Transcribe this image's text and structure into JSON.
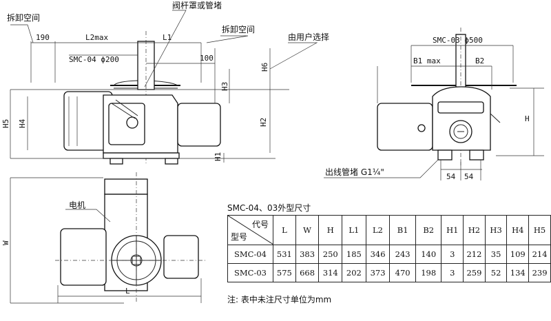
{
  "labels": {
    "disassembly_space_left": "拆卸空间",
    "disassembly_space_mid": "拆卸空间",
    "stem_cover": "阀杆罩或管堵",
    "user_choice": "由用户选择",
    "motor": "电机",
    "outlet_plug": "出线管堵 G1¼\"",
    "smc04_d": "SMC-04 ϕ200",
    "smc03_d": "SMC-03 ϕ500"
  },
  "dims": {
    "d190": "190",
    "l2max": "L2max",
    "l1": "L1",
    "d100": "100",
    "b1max": "B1 max",
    "b2": "B2",
    "h": "H",
    "h1": "H1",
    "h2": "H2",
    "h3": "H3",
    "h4": "H4",
    "h5": "H5",
    "h6": "H6",
    "w": "W",
    "l": "L",
    "d54a": "54",
    "d54b": "54"
  },
  "table": {
    "title": "SMC-04、03外型尺寸",
    "corner_top": "代号",
    "corner_bottom": "型号",
    "headers": [
      "L",
      "W",
      "H",
      "L1",
      "L2",
      "B1",
      "B2",
      "H1",
      "H2",
      "H3",
      "H4",
      "H5"
    ],
    "rows": [
      {
        "model": "SMC-04",
        "values": [
          "531",
          "383",
          "250",
          "185",
          "346",
          "243",
          "140",
          "3",
          "212",
          "35",
          "109",
          "214"
        ]
      },
      {
        "model": "SMC-03",
        "values": [
          "575",
          "668",
          "314",
          "202",
          "373",
          "470",
          "198",
          "3",
          "259",
          "52",
          "134",
          "239"
        ]
      }
    ],
    "note": "注: 表中未注尺寸单位为mm"
  }
}
